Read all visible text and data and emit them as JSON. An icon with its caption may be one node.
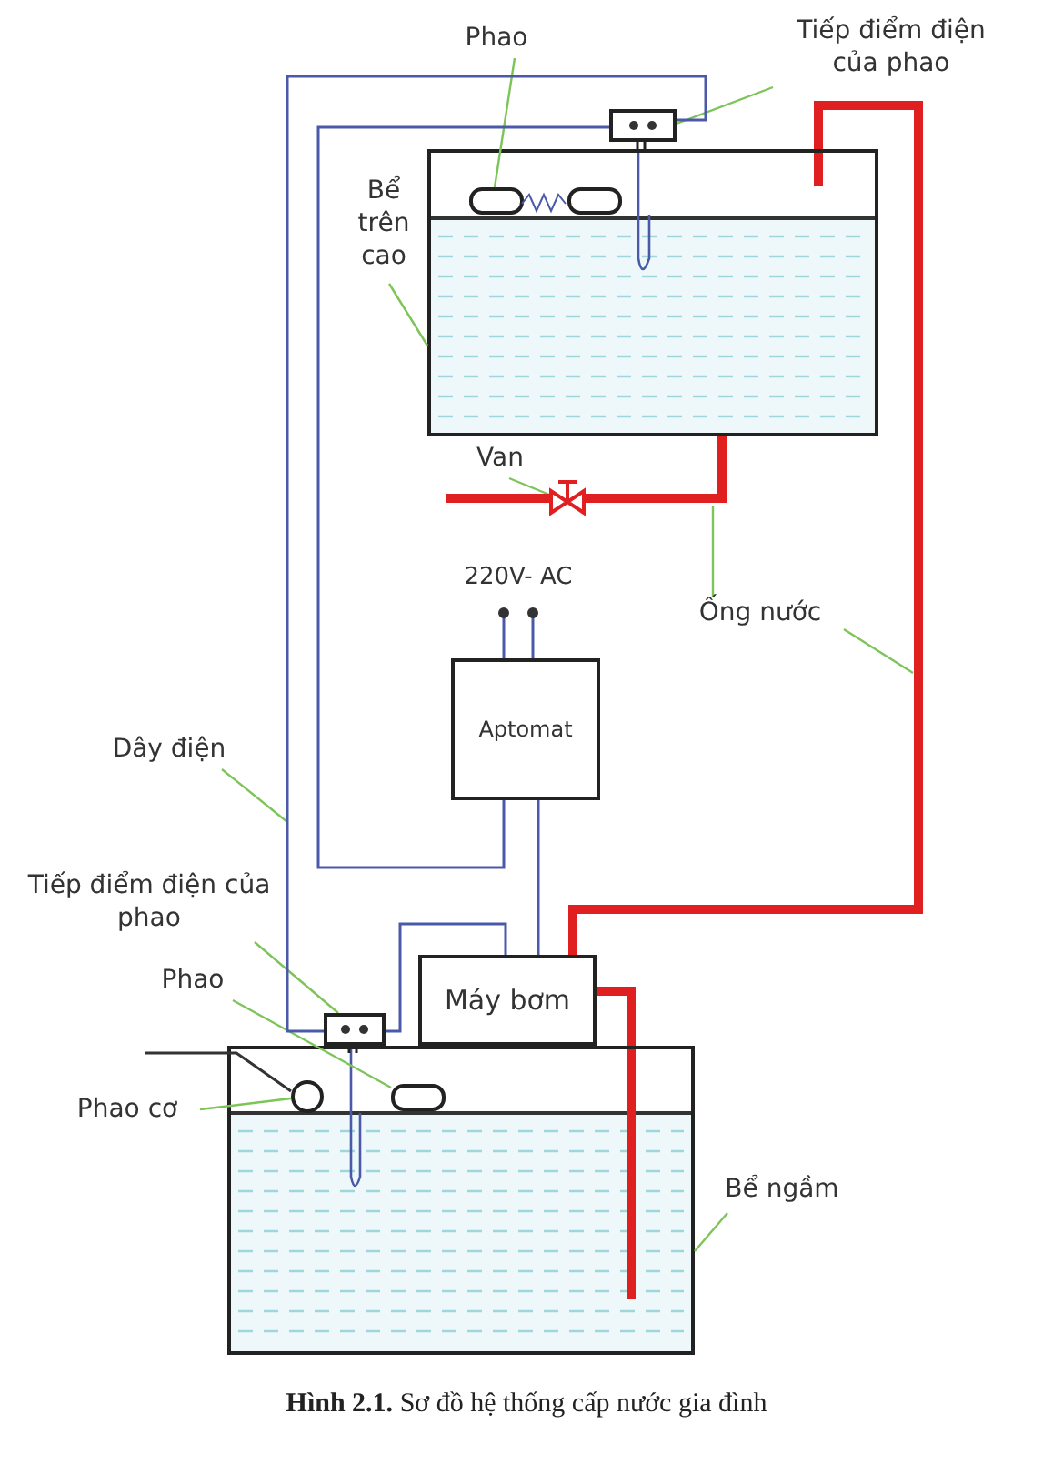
{
  "diagram": {
    "caption": "**Hình 2.1.** Sơ đồ hệ thống cấp nước gia đình",
    "nodes": [
      {
        "text": [
          "Phao"
        ]
      },
      {
        "text": [
          "Tiếp điểm điện của phao"
        ]
      },
      {
        "text": [
          "Bể trên cao"
        ]
      },
      {
        "text": [],
        "shape": "box"
      },
      {
        "text": [],
        "shape": "box",
        "in": 3
      },
      {
        "text": [],
        "shape": "box"
      },
      {
        "text": [
          "Van"
        ]
      },
      {
        "text": [],
        "shape": "valve"
      },
      {
        "text": [
          "Ống nước"
        ]
      },
      {
        "text": [
          "Aptomat"
        ]
      },
      {
        "text": [
          "Dây điện"
        ]
      },
      {
        "text": [
          "Tiếp điểm điện của phao"
        ]
      },
      {
        "text": [],
        "shape": "box"
      },
      {
        "text": [
          "Phao"
        ]
      },
      {
        "text": [],
        "shape": "box",
        "in": 19
      },
      {
        "text": [
          "Phao cơ"
        ]
      },
      {
        "text": [],
        "shape": "circle",
        "in": 19
      },
      {
        "text": [
          "Máy bơm"
        ]
      },
      {
        "text": [
          "Bể ngầm"
        ]
      },
      {
        "text": [],
        "shape": "box"
      }
    ],
    "edges": [
      {
        "from": 0,
        "to": 4,
        "arrow": "none"
      },
      {
        "from": 1,
        "to": 5,
        "arrow": "none"
      },
      {
        "from": 2,
        "to": 3,
        "arrow": "none"
      },
      {
        "from": 6,
        "to": 7,
        "arrow": "none"
      },
      {
        "from": 8,
        "to": null,
        "arrow": "none"
      },
      {
        "from": 8,
        "to": null,
        "arrow": "none"
      },
      {
        "from": 10,
        "to": null,
        "arrow": "none"
      },
      {
        "from": 11,
        "to": 12,
        "arrow": "none"
      },
      {
        "from": 13,
        "to": 14,
        "arrow": "none"
      },
      {
        "from": 15,
        "to": 16,
        "arrow": "none"
      },
      {
        "from": 18,
        "to": 19,
        "arrow": "none"
      },
      {
        "from": 9,
        "to": 5,
        "arrow": "none",
        "color": "#4a5aa8"
      },
      {
        "from": 5,
        "to": 12,
        "arrow": "none",
        "color": "#4a5aa8"
      },
      {
        "from": 12,
        "to": 17,
        "arrow": "none",
        "color": "#4a5aa8"
      },
      {
        "from": 9,
        "to": 17,
        "arrow": "none",
        "color": "#4a5aa8"
      },
      {
        "from": 17,
        "to": 3,
        "arrow": "none",
        "style": "thick",
        "color": "#e02020"
      },
      {
        "from": 3,
        "to": 7,
        "arrow": "none",
        "style": "thick",
        "color": "#e02020"
      },
      {
        "from": 7,
        "to": null,
        "arrow": "none",
        "style": "thick",
        "color": "#e02020"
      },
      {
        "from": 19,
        "to": 17,
        "arrow": "none",
        "style": "thick",
        "color": "#e02020"
      },
      {
        "from": null,
        "to": 16,
        "arrow": "none",
        "color": "#333333"
      }
    ],
    "labels": [
      "220V- AC"
    ]
  }
}
